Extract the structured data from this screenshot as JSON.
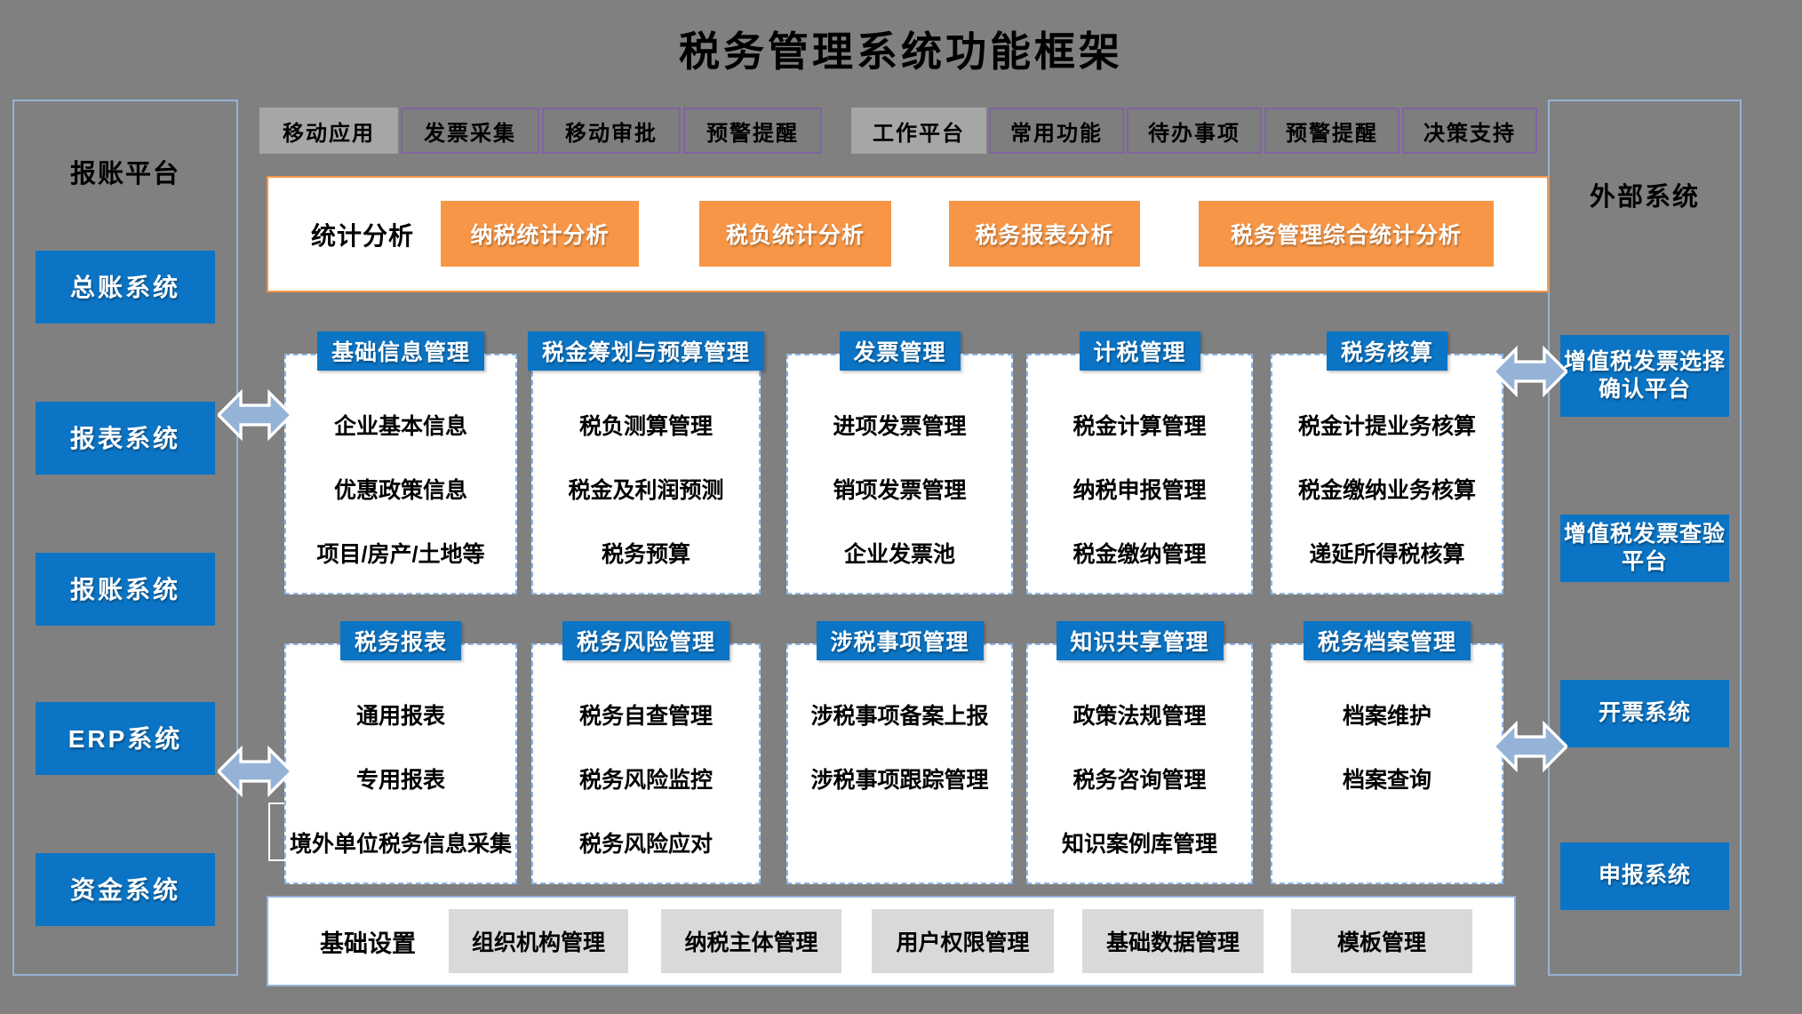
{
  "title": "税务管理系统功能框架",
  "left_panel": {
    "title": "报账平台",
    "items": [
      "总账系统",
      "报表系统",
      "报账系统",
      "ERP系统",
      "资金系统"
    ]
  },
  "right_panel": {
    "title": "外部系统",
    "items": [
      "增值税发票选择确认平台",
      "增值税发票查验平台",
      "开票系统",
      "申报系统"
    ]
  },
  "tab_groups": [
    {
      "active_index": 0,
      "tabs": [
        "移动应用",
        "发票采集",
        "移动审批",
        "预警提醒"
      ]
    },
    {
      "active_index": 0,
      "tabs": [
        "工作平台",
        "常用功能",
        "待办事项",
        "预警提醒",
        "决策支持"
      ]
    }
  ],
  "stats": {
    "label": "统计分析",
    "items": [
      "纳税统计分析",
      "税负统计分析",
      "税务报表分析",
      "税务管理综合统计分析"
    ]
  },
  "function_rows": [
    {
      "columns": [
        {
          "header": "基础信息管理",
          "items": [
            "企业基本信息",
            "优惠政策信息",
            "项目/房产/土地等"
          ]
        },
        {
          "header": "税金筹划与预算管理",
          "items": [
            "税负测算管理",
            "税金及利润预测",
            "税务预算"
          ]
        },
        {
          "header": "发票管理",
          "items": [
            "进项发票管理",
            "销项发票管理",
            "企业发票池"
          ]
        },
        {
          "header": "计税管理",
          "items": [
            "税金计算管理",
            "纳税申报管理",
            "税金缴纳管理"
          ]
        },
        {
          "header": "税务核算",
          "items": [
            "税金计提业务核算",
            "税金缴纳业务核算",
            "递延所得税核算"
          ]
        }
      ]
    },
    {
      "columns": [
        {
          "header": "税务报表",
          "items": [
            "通用报表",
            "专用报表",
            "境外单位税务信息采集"
          ]
        },
        {
          "header": "税务风险管理",
          "items": [
            "税务自查管理",
            "税务风险监控",
            "税务风险应对"
          ]
        },
        {
          "header": "涉税事项管理",
          "items": [
            "涉税事项备案上报",
            "涉税事项跟踪管理"
          ]
        },
        {
          "header": "知识共享管理",
          "items": [
            "政策法规管理",
            "税务咨询管理",
            "知识案例库管理"
          ]
        },
        {
          "header": "税务档案管理",
          "items": [
            "档案维护",
            "档案查询"
          ]
        }
      ]
    }
  ],
  "base_settings": {
    "label": "基础设置",
    "items": [
      "组织机构管理",
      "纳税主体管理",
      "用户权限管理",
      "基础数据管理",
      "模板管理"
    ]
  },
  "colors": {
    "background": "#808080",
    "primary_blue": "#0B74C4",
    "accent_orange": "#F79646",
    "arrow_blue": "#95B3D7",
    "tab_active_gray": "#A6A6A6",
    "tab_border_purple": "#8064A2",
    "base_item_gray": "#D9D9D9",
    "dashed_border_blue": "#8DB4E2",
    "panel_border_blue": "#95B3D7"
  }
}
